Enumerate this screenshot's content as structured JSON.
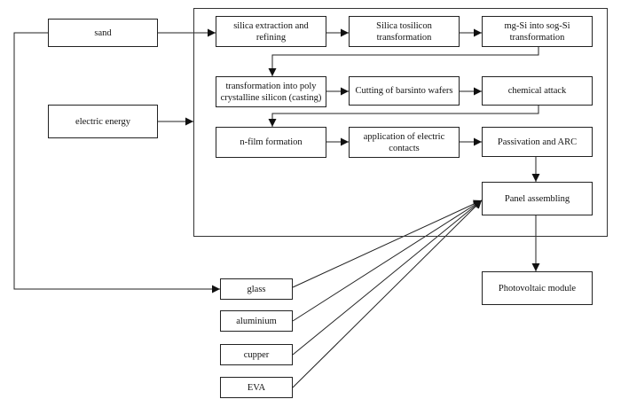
{
  "nodes": {
    "sand": "sand",
    "electric_energy": "electric energy",
    "silica_extraction": "silica extraction and refining",
    "silica_to_silicon": "Silica tosilicon transformation",
    "mg_si_to_sog_si": "mg-Si into sog-Si transformation",
    "poly_casting": "transformation into poly crystalline silicon (casting)",
    "cutting_wafers": "Cutting of barsinto wafers",
    "chemical_attack": "chemical attack",
    "n_film_formation": "n-film formation",
    "electric_contacts": "application of electric contacts",
    "passivation_arc": "Passivation and ARC",
    "panel_assembling": "Panel assembling",
    "photovoltaic_module": "Photovoltaic module",
    "glass": "glass",
    "aluminium": "aluminium",
    "cupper": "cupper",
    "eva": "EVA"
  }
}
